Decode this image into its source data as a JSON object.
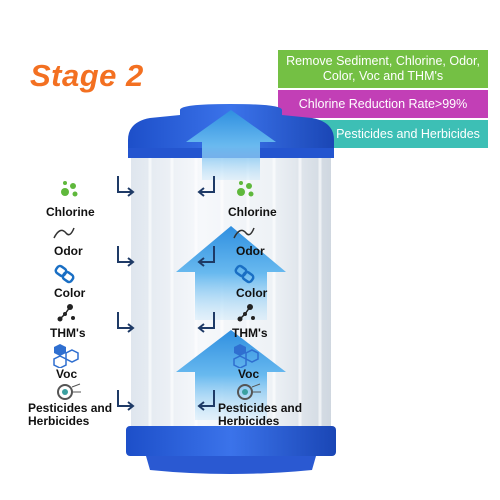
{
  "title": "Stage 2",
  "badges": [
    {
      "text": "Remove Sediment, Chlorine, Odor, Color, Voc and THM's",
      "color": "#74c044"
    },
    {
      "text": "Chlorine Reduction Rate>99%",
      "color": "#c23fb6"
    },
    {
      "text": "Remove Pesticides and Herbicides",
      "color": "#3dbfb5"
    }
  ],
  "contaminants": {
    "chlorine": "Chlorine",
    "odor": "Odor",
    "color": "Color",
    "thms": "THM's",
    "voc": "Voc",
    "pesticides_line1": "Pesticides and",
    "pesticides_line2": "Herbicides"
  },
  "icons": [
    "chlorine-icon",
    "odor-icon",
    "color-icon",
    "thms-icon",
    "voc-icon",
    "pesticides-icon"
  ],
  "colors": {
    "accent": "#f37021",
    "cap": "#2f63d8",
    "arrow": "#3aa0e8"
  }
}
